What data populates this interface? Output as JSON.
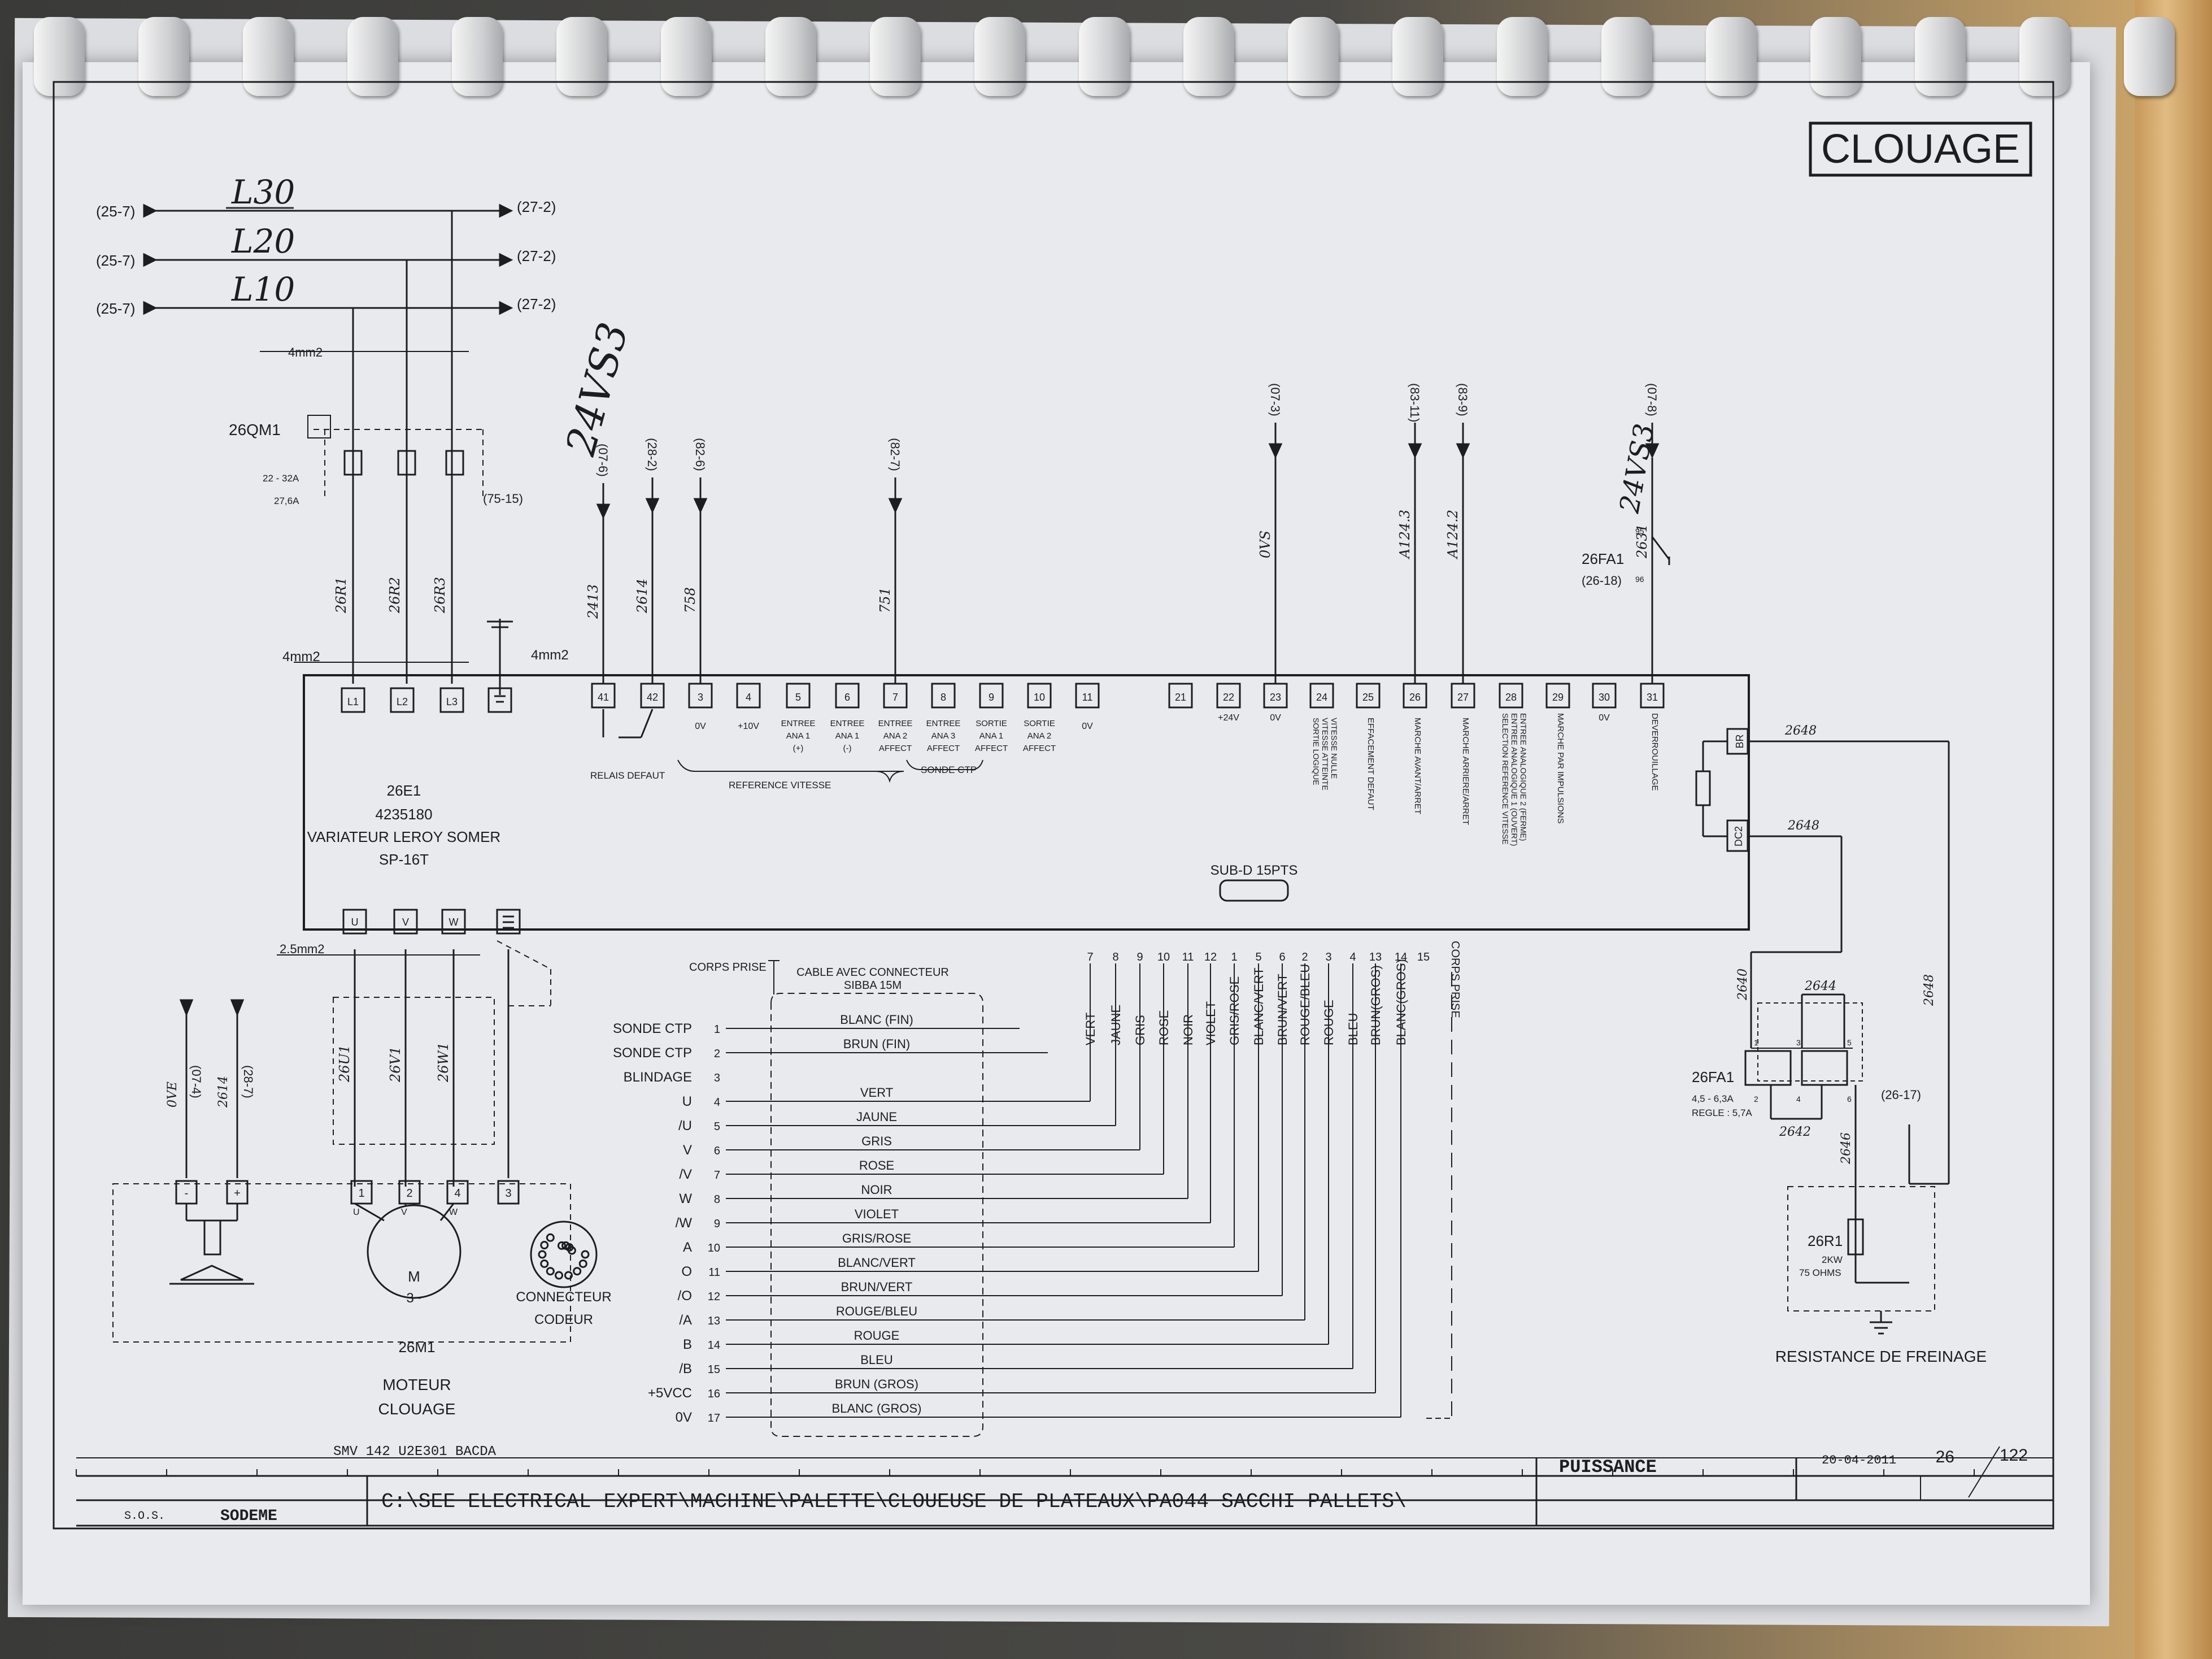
{
  "title_box": "CLOUAGE",
  "feeds": [
    {
      "from": "(25-7)",
      "to": "(27-2)",
      "label": "L30"
    },
    {
      "from": "(25-7)",
      "to": "(27-2)",
      "label": "L20"
    },
    {
      "from": "(25-7)",
      "to": "(27-2)",
      "label": "L10"
    }
  ],
  "cable_top": "4mm2",
  "breaker": {
    "name": "26QM1",
    "range": "22 - 32A",
    "setting": "27,6A",
    "aux_ref": "(75-15)"
  },
  "supply_wires": [
    "26R1",
    "26R2",
    "26R3"
  ],
  "earth_section": "4mm2",
  "earth_left": "4mm2",
  "handwritten": [
    "24VS3",
    "24VS3"
  ],
  "control_wires": [
    {
      "ref": "(07-6)",
      "wire": "2413"
    },
    {
      "ref": "(28-2)",
      "wire": "2614"
    },
    {
      "ref": "(82-6)",
      "wire": "758"
    },
    {
      "ref": "(82-7)",
      "wire": "751"
    },
    {
      "ref": "(07-3)",
      "wire": "0VS"
    },
    {
      "ref": "(83-11)",
      "wire": "A124.3"
    },
    {
      "ref": "(83-9)",
      "wire": "A124.2"
    },
    {
      "ref": "(07-8)",
      "wire": "2631"
    }
  ],
  "fuse_top": {
    "name": "26FA1",
    "ref": "(26-18)",
    "c1": "95",
    "c2": "96"
  },
  "drive": {
    "tag": "26E1",
    "part": "4235180",
    "name": "VARIATEUR LEROY SOMER",
    "model": "SP-16T",
    "subd": "SUB-D 15PTS"
  },
  "power_terms": [
    "L1",
    "L2",
    "L3"
  ],
  "ctrl_terms": [
    "41",
    "42",
    "3",
    "4",
    "5",
    "6",
    "7",
    "8",
    "9",
    "10",
    "11",
    "21",
    "22",
    "23",
    "24",
    "25",
    "26",
    "27",
    "28",
    "29",
    "30",
    "31"
  ],
  "term_desc": {
    "t3": "0V",
    "t4": "+10V",
    "t5": [
      "ENTREE",
      "ANA 1",
      "(+)"
    ],
    "t6": [
      "ENTREE",
      "ANA 1",
      "(-)"
    ],
    "t7": [
      "ENTREE",
      "ANA 2",
      "AFFECT"
    ],
    "t8": [
      "ENTREE",
      "ANA 3",
      "AFFECT"
    ],
    "t9": [
      "SORTIE",
      "ANA 1",
      "AFFECT"
    ],
    "t10": [
      "SORTIE",
      "ANA 2",
      "AFFECT"
    ],
    "t11": "0V",
    "t22": "+24V",
    "t23": "0V",
    "t24": [
      "SORTIE LOGIQUE",
      "VITESSE ATTEINTE",
      "VITESSE NULLE"
    ],
    "t25": "EFFACEMENT DEFAUT",
    "t26": "MARCHE AVANT/ARRET",
    "t27": "MARCHE ARRIERE/ARRET",
    "t28": [
      "SELECTION REFERENCE VITESSE",
      "ENTREE ANALOGIQUE 1 (OUVERT)",
      "ENTREE ANALOGIQUE 2 (FERME)"
    ],
    "t29": "MARCHE PAR IMPULSIONS",
    "t30": "0V",
    "t31": "DEVERROUILLAGE",
    "relais": "RELAIS DEFAUT",
    "ref_vitesse": "REFERENCE VITESSE",
    "sonde": "SONDE CTP"
  },
  "dc_terms": [
    "BR",
    "DC2"
  ],
  "dc_wires": [
    "2648",
    "2648",
    "2648"
  ],
  "motor_terms": [
    "U",
    "V",
    "W"
  ],
  "motor_section": "2.5mm2",
  "motor_wires": [
    "26U1",
    "26V1",
    "26W1"
  ],
  "left_refs": [
    {
      "ref": "(07-4)",
      "wire": "0VE"
    },
    {
      "ref": "(28-7)",
      "wire": "2614"
    }
  ],
  "motor_box_terms": [
    "-",
    "+",
    "1",
    "2",
    "4",
    "3"
  ],
  "motor_sub": [
    "U",
    "V",
    "W"
  ],
  "motor": {
    "symbol": "M",
    "phase": "3~",
    "tag": "26M1",
    "name1": "MOTEUR",
    "name2": "CLOUAGE",
    "encoder1": "CONNECTEUR",
    "encoder2": "CODEUR",
    "ref": "SMV 142 U2E301 BACDA"
  },
  "cable": {
    "corps_prise": "CORPS PRISE",
    "title": "CABLE AVEC CONNECTEUR",
    "subtitle": "SIBBA 15M",
    "corps_prise_right": "CORPS PRISE"
  },
  "signals": [
    {
      "name": "SONDE CTP",
      "pin": "1",
      "color": "BLANC (FIN)"
    },
    {
      "name": "SONDE CTP",
      "pin": "2",
      "color": "BRUN (FIN)"
    },
    {
      "name": "BLINDAGE",
      "pin": "3",
      "color": ""
    },
    {
      "name": "U",
      "pin": "4",
      "color": "VERT"
    },
    {
      "name": "/U",
      "pin": "5",
      "color": "JAUNE"
    },
    {
      "name": "V",
      "pin": "6",
      "color": "GRIS"
    },
    {
      "name": "/V",
      "pin": "7",
      "color": "ROSE"
    },
    {
      "name": "W",
      "pin": "8",
      "color": "NOIR"
    },
    {
      "name": "/W",
      "pin": "9",
      "color": "VIOLET"
    },
    {
      "name": "A",
      "pin": "10",
      "color": "GRIS/ROSE"
    },
    {
      "name": "O",
      "pin": "11",
      "color": "BLANC/VERT"
    },
    {
      "name": "/O",
      "pin": "12",
      "color": "BRUN/VERT"
    },
    {
      "name": "/A",
      "pin": "13",
      "color": "ROUGE/BLEU"
    },
    {
      "name": "B",
      "pin": "14",
      "color": "ROUGE"
    },
    {
      "name": "/B",
      "pin": "15",
      "color": "BLEU"
    },
    {
      "name": "+5VCC",
      "pin": "16",
      "color": "BRUN (GROS)"
    },
    {
      "name": "0V",
      "pin": "17",
      "color": "BLANC (GROS)"
    }
  ],
  "top_pins": [
    "7",
    "8",
    "9",
    "10",
    "11",
    "12",
    "1",
    "5",
    "6",
    "2",
    "3",
    "4",
    "13",
    "14",
    "15"
  ],
  "vertical_colors": [
    "VERT",
    "JAUNE",
    "GRIS",
    "ROSE",
    "NOIR",
    "VIOLET",
    "GRIS/ROSE",
    "BLANC/VERT",
    "BRUN/VERT",
    "ROUGE/BLEU",
    "ROUGE",
    "BLEU",
    "BRUN(GROS)",
    "BLANC(GROS)"
  ],
  "fuse_right": {
    "name": "26FA1",
    "range": "4,5 - 6,3A",
    "setting": "REGLE : 5,7A",
    "ref": "(26-17)",
    "w1": "2640",
    "w2": "2644",
    "w3": "2642",
    "w4": "2646",
    "pins": [
      "1",
      "3",
      "5",
      "2",
      "4",
      "6"
    ]
  },
  "resistor": {
    "name": "26R1",
    "power": "2KW",
    "ohms": "75 OHMS",
    "label": "RESISTANCE DE FREINAGE"
  },
  "titleblock": {
    "sos": "S.O.S.",
    "company": "SODEME",
    "path": "C:\\SEE ELECTRICAL EXPERT\\MACHINE\\PALETTE\\CLOUEUSE DE PLATEAUX\\PA044 SACCHI PALLETS\\",
    "section": "PUISSANCE",
    "date": "20-04-2011",
    "page": "26",
    "total": "122"
  },
  "colors": {
    "ink": "#1d1d1f",
    "paper": "#e9eaed",
    "pencil": "#2a2a35"
  }
}
